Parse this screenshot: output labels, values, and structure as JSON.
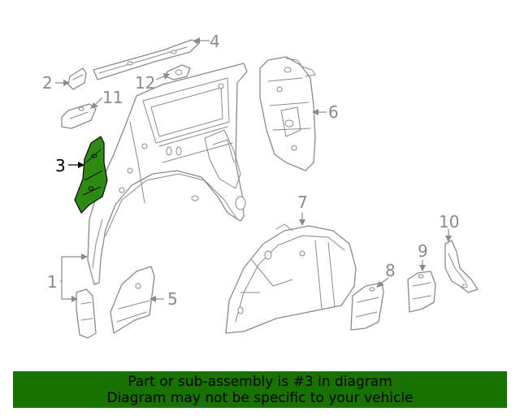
{
  "diagram": {
    "callouts": [
      {
        "id": "1",
        "label": "1"
      },
      {
        "id": "2",
        "label": "2"
      },
      {
        "id": "3",
        "label": "3",
        "highlighted": true
      },
      {
        "id": "4",
        "label": "4"
      },
      {
        "id": "5",
        "label": "5"
      },
      {
        "id": "6",
        "label": "6"
      },
      {
        "id": "7",
        "label": "7"
      },
      {
        "id": "8",
        "label": "8"
      },
      {
        "id": "9",
        "label": "9"
      },
      {
        "id": "10",
        "label": "10"
      },
      {
        "id": "11",
        "label": "11"
      },
      {
        "id": "12",
        "label": "12"
      }
    ],
    "colors": {
      "line": "#8a8a8a",
      "highlight_fill": "#2e8b12",
      "highlight_label": "#000000"
    }
  },
  "banner": {
    "line1": "Part or sub-assembly is #3 in diagram",
    "line2": "Diagram may not be specific to your vehicle",
    "background": "#177200"
  }
}
